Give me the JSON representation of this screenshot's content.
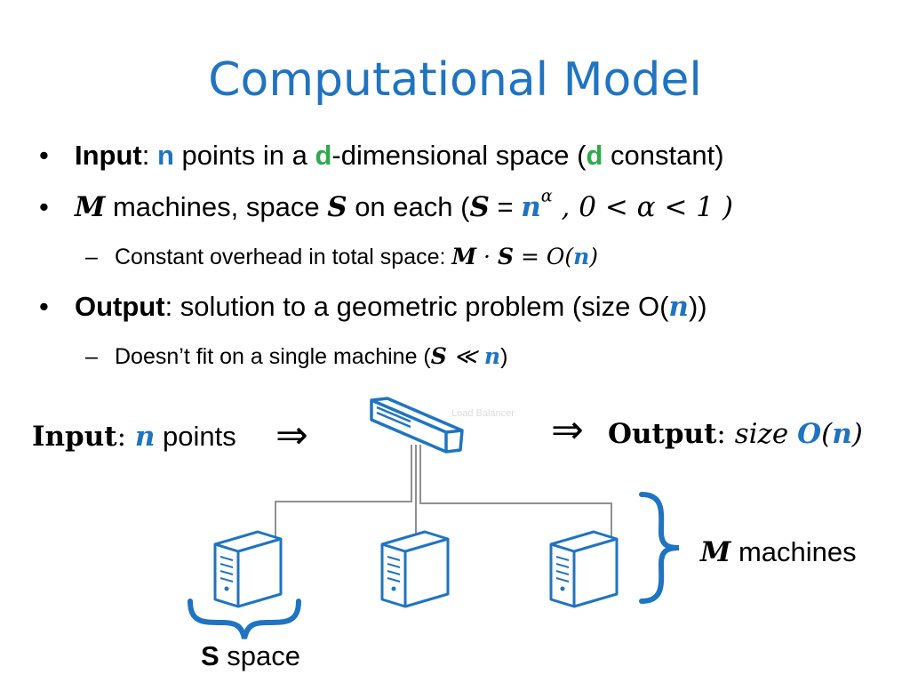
{
  "title": "Computational Model",
  "bullet1": {
    "bullet": "•",
    "kw": "Input",
    "colon": ":",
    "n": "n",
    "t1": " points in a ",
    "d": "d",
    "t2": "-dimensional space (",
    "d2": "d",
    "t3": " constant)"
  },
  "bullet2": {
    "bullet": "•",
    "M": "M",
    "t1": " machines, space ",
    "S": "S",
    "t2": " on each (",
    "S2": "S",
    "eq": " = ",
    "n": "n",
    "alpha": "α",
    "t3": " , 0 < ",
    "alpha2": "α",
    "t4": " < 1 )"
  },
  "sub1": {
    "dash": "–",
    "t1": "Constant overhead in total space: ",
    "M": "M",
    "dot": " · ",
    "S": "S",
    "eq": " = O(",
    "n": "n",
    "close": ")"
  },
  "bullet3": {
    "bullet": "•",
    "kw": "Output",
    "t1": ": solution to a geometric problem (size O(",
    "n": "n",
    "close": "))"
  },
  "sub2": {
    "dash": "–",
    "t1": "Doesn’t fit on a single machine (",
    "S": "S",
    "ll": " ≪ ",
    "n": "n",
    "close": ")"
  },
  "diagram": {
    "input_kw": "Input",
    "input_colon": ": ",
    "input_n": "n",
    "input_rest": " points",
    "arrow": "⇒",
    "output_kw": "Output",
    "output_colon": ": ",
    "output_size": "size ",
    "output_O": "O",
    "output_paren": "(",
    "output_n": "n",
    "output_close": ")",
    "lb_label": "Load Balancer",
    "M": "M",
    "machines": " machines",
    "S": "S",
    "space": " space"
  },
  "colors": {
    "accent": "#1f74c2",
    "green": "#2eaa4d"
  }
}
